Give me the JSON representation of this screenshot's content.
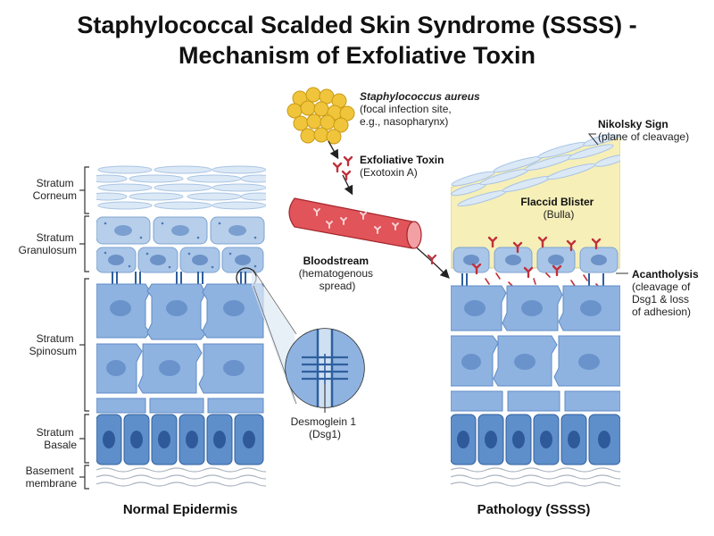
{
  "title": {
    "line1": "Staphylococcal Scalded Skin Syndrome (SSSS) -",
    "line2": "Mechanism of Exfoliative Toxin"
  },
  "layers": {
    "corneum": [
      "Stratum",
      "Corneum"
    ],
    "granulosum": [
      "Stratum",
      "Granulosum"
    ],
    "spinosum": [
      "Stratum",
      "Spinosum"
    ],
    "basale": [
      "Stratum",
      "Basale"
    ],
    "basement": [
      "Basement",
      "membrane"
    ]
  },
  "bacteria": {
    "name": "Staphylococcus aureus",
    "line2": "(focal infection site,",
    "line3": "e.g., nasopharynx)"
  },
  "toxin": {
    "name": "Exfoliative Toxin",
    "sub": "(Exotoxin A)"
  },
  "bloodstream": {
    "name": "Bloodstream",
    "line2": "(hematogenous",
    "line3": "spread)"
  },
  "desmoglein": {
    "line1": "Desmoglein 1",
    "line2": "(Dsg1)"
  },
  "nikolsky": {
    "name": "Nikolsky Sign",
    "sub": "(plane of cleavage)"
  },
  "blister": {
    "name": "Flaccid Blister",
    "sub": "(Bulla)"
  },
  "acantholysis": {
    "name": "Acantholysis",
    "line2": "(cleavage of",
    "line3": "Dsg1 & loss",
    "line4": "of adhesion)"
  },
  "captions": {
    "normal": "Normal Epidermis",
    "pathology": "Pathology (SSSS)"
  },
  "colors": {
    "cell_light": "#b9d3ee",
    "cell_mid": "#8fb3e0",
    "cell_dark": "#5f8fcb",
    "nucleus": "#3f6db0",
    "blister": "#f6efb8",
    "toxin": "#c0303b",
    "bacteria": "#f0c53c",
    "vessel": "#e0545a"
  }
}
